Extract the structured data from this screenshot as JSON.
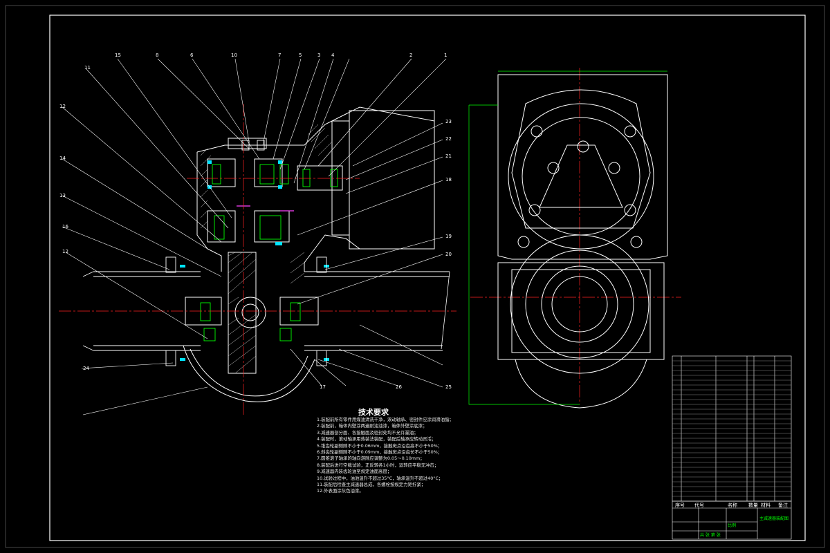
{
  "drawing": {
    "technical_requirements_title": "技术要求",
    "technical_requirements": [
      "1.装配前所有零件用煤油清洗干净，滚动轴承、密封件应涂润滑油脂；",
      "2.装配前，箱体内壁涂两遍耐油油漆，箱体外壁涂底漆；",
      "3.减速器剖分面、各接触面及密封处均不允许漏油；",
      "4.装配时，滚动轴承用热装法装配，装配后轴承应转动灵活；",
      "5.锥齿轮副侧隙不小于0.06mm，接触斑点沿齿高不小于50%；",
      "6.斜齿轮副侧隙不小于0.09mm，接触斑点沿齿长不小于50%；",
      "7.圆锥滚子轴承的轴向游隙应调整为0.05～0.10mm；",
      "8.装配后进行空载试验，正反转各1小时，运转应平稳无冲击；",
      "9.减速器内装齿轮油至规定油面高度；",
      "10.试验过程中，油池温升不超过35°C，轴承温升不超过40°C；",
      "11.装配后检查主减速器总成，各螺栓按规定力矩拧紧；",
      "12.外表面涂灰色油漆。"
    ],
    "balloon_numbers_top": [
      "15",
      "8",
      "6",
      "10",
      "7",
      "5",
      "3",
      "4",
      "2",
      "1"
    ],
    "balloon_numbers_left": [
      "11",
      "12",
      "14",
      "13",
      "16",
      "12"
    ],
    "balloon_numbers_right": [
      "23",
      "22",
      "21",
      "18",
      "19",
      "20"
    ],
    "balloon_numbers_bottom": [
      "24",
      "17",
      "26",
      "25"
    ],
    "title_block": {
      "header": [
        "序号",
        "代号",
        "名称",
        "数量",
        "材料",
        "备注"
      ],
      "drawing_title": "主减速器装配图",
      "scale_label": "比例",
      "sheet_label": "共 张 第 张"
    }
  },
  "colors": {
    "background": "#000000",
    "line_white": "#ffffff",
    "centerline_red": "#ff2222",
    "hatch_magenta": "#ff44ff",
    "part_green": "#00ff00",
    "part_cyan": "#00e5ff"
  }
}
